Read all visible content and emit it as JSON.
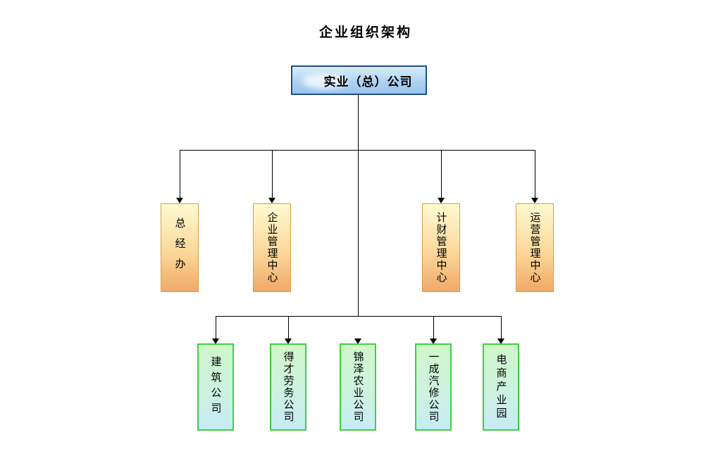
{
  "title": "企业组织架构",
  "org": {
    "root": {
      "label": "实业（总）公司"
    },
    "departments": [
      {
        "label": "总经办"
      },
      {
        "label": "企业管理中心"
      },
      {
        "label": "计财管理中心"
      },
      {
        "label": "运营管理中心"
      }
    ],
    "subsidiaries": [
      {
        "label": "建筑公司"
      },
      {
        "label": "得才劳务公司"
      },
      {
        "label": "锦泽农业公司"
      },
      {
        "label": "一成汽修公司"
      },
      {
        "label": "电商产业园"
      }
    ]
  },
  "colors": {
    "root_fill_top": "#d9edfb",
    "root_fill_bottom": "#9cc4ee",
    "root_border": "#1f4e8c",
    "department_fill_top": "#fffbd2",
    "department_fill_bottom": "#f0a967",
    "department_border": "#de9d3a",
    "subsidiary_fill_top": "#d0f7cb",
    "subsidiary_fill_bottom": "#c6ecf6",
    "subsidiary_border": "#3ed13e",
    "connector": "#000000",
    "background": "#ffffff"
  }
}
